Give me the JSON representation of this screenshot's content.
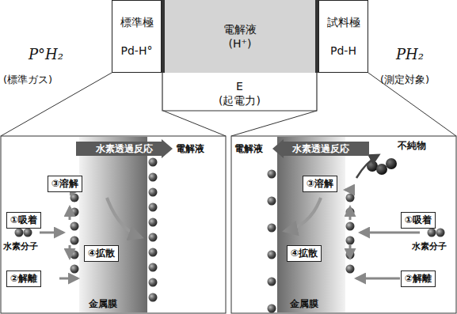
{
  "diagram": {
    "nodes": [
      {
        "text": [
          "標準極",
          "Pd-H°"
        ]
      },
      {
        "text": [
          "電解液",
          "(H⁺)"
        ]
      },
      {
        "text": [
          "試料極",
          "Pd-H"
        ]
      },
      {
        "text": [
          "水素透過反応"
        ]
      },
      {
        "text": [
          "③溶解"
        ]
      },
      {
        "text": [
          "①吸着"
        ]
      },
      {
        "text": [
          "④拡散"
        ]
      },
      {
        "text": [
          "②解離"
        ]
      },
      {
        "text": [
          "水素透過反応"
        ]
      },
      {
        "text": [
          "③溶解"
        ]
      },
      {
        "text": [
          "①吸着"
        ]
      },
      {
        "text": [
          "④拡散"
        ]
      },
      {
        "text": [
          "②解離"
        ]
      }
    ],
    "edges": [
      {
        "from": 0,
        "to": 2,
        "arrow": "none",
        "label": "E (起電力)"
      }
    ],
    "labels": [
      "P°H₂",
      "(標準ガス)",
      "PH₂",
      "(測定対象)",
      "電解液",
      "水素分子",
      "金属膜",
      "電解液",
      "不純物",
      "水素分子",
      "金属膜"
    ]
  }
}
